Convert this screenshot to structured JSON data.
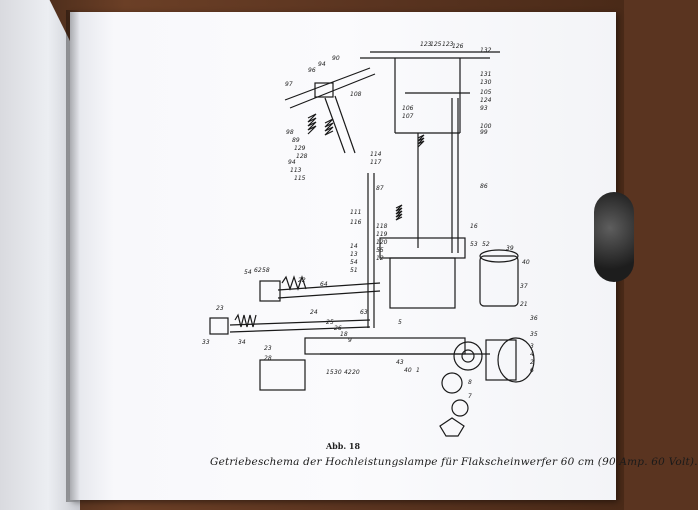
{
  "caption": {
    "figure_label": "Abb. 18",
    "title": "Getriebeschema der Hochleistungslampe für Flakscheinwerfer 60 cm (90 Amp. 60 Volt)."
  },
  "part_numbers": [
    "123",
    "125",
    "123",
    "126",
    "132",
    "97",
    "96",
    "94",
    "90",
    "131",
    "130",
    "98",
    "89",
    "129",
    "128",
    "108",
    "106",
    "107",
    "105",
    "124",
    "93",
    "100",
    "99",
    "94",
    "113",
    "115",
    "114",
    "117",
    "86",
    "87",
    "111",
    "116",
    "118",
    "119",
    "120",
    "55",
    "12",
    "16",
    "14",
    "13",
    "54",
    "51",
    "53",
    "52",
    "39",
    "40",
    "54",
    "62",
    "58",
    "22",
    "64",
    "63",
    "37",
    "21",
    "23",
    "24",
    "25",
    "26",
    "18",
    "9",
    "5",
    "36",
    "35",
    "33",
    "34",
    "23",
    "28",
    "15",
    "30",
    "42",
    "20",
    "43",
    "40",
    "1",
    "3",
    "4",
    "2",
    "6",
    "8",
    "7"
  ]
}
